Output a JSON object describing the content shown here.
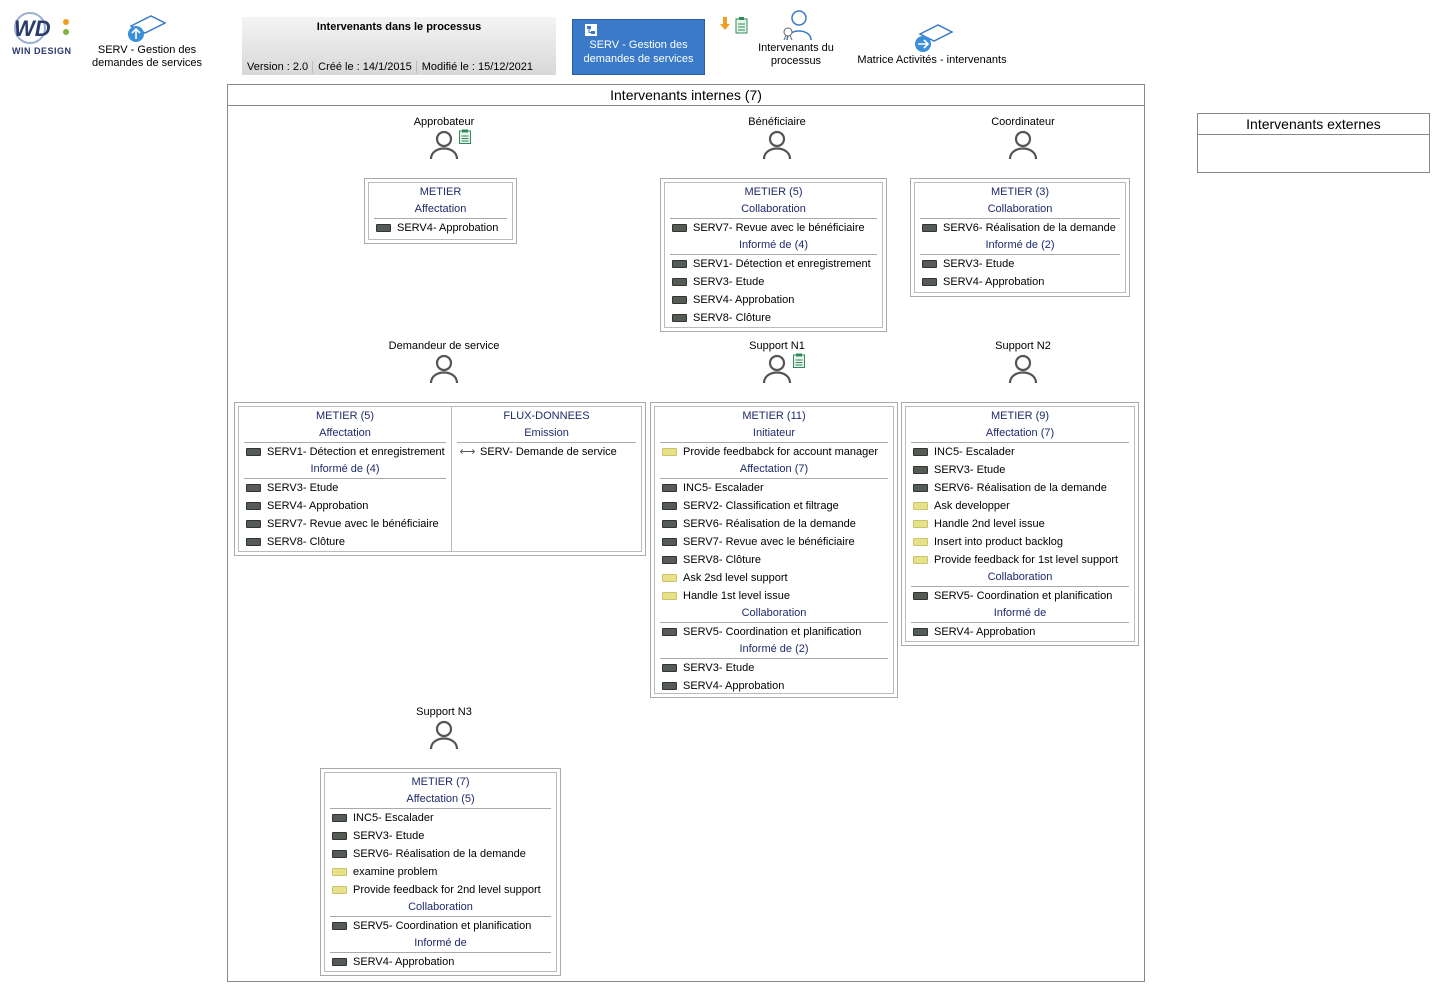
{
  "header": {
    "logo_text": "WIN DESIGN",
    "home_link": "SERV - Gestion des demandes de services",
    "process_title": "Intervenants dans le processus",
    "version": "Version : 2.0",
    "created": "Créé le : 14/1/2015",
    "modified": "Modifié le : 15/12/2021",
    "current_button": "SERV - Gestion des demandes de services",
    "actors_link": "Intervenants du processus",
    "matrix_link": "Matrice Activités - intervenants"
  },
  "internal": {
    "title": "Intervenants internes (7)",
    "actors": {
      "approbateur": {
        "name": "Approbateur",
        "sections": [
          {
            "title": "METIER",
            "groups": [
              {
                "label": "Affectation",
                "items": [
                  {
                    "text": "SERV4- Approbation",
                    "kind": "dark"
                  }
                ]
              }
            ]
          }
        ]
      },
      "beneficiaire": {
        "name": "Bénéficiaire",
        "sections": [
          {
            "title": "METIER (5)",
            "groups": [
              {
                "label": "Collaboration",
                "items": [
                  {
                    "text": "SERV7- Revue avec le bénéficiaire",
                    "kind": "dark"
                  }
                ]
              },
              {
                "label": "Informé de (4)",
                "items": [
                  {
                    "text": "SERV1- Détection et enregistrement",
                    "kind": "dark"
                  },
                  {
                    "text": "SERV3- Etude",
                    "kind": "dark"
                  },
                  {
                    "text": "SERV4- Approbation",
                    "kind": "dark"
                  },
                  {
                    "text": "SERV8- Clôture",
                    "kind": "dark"
                  }
                ]
              }
            ]
          }
        ]
      },
      "coordinateur": {
        "name": "Coordinateur",
        "sections": [
          {
            "title": "METIER (3)",
            "groups": [
              {
                "label": "Collaboration",
                "items": [
                  {
                    "text": "SERV6- Réalisation de la demande",
                    "kind": "dark"
                  }
                ]
              },
              {
                "label": "Informé de (2)",
                "items": [
                  {
                    "text": "SERV3- Etude",
                    "kind": "dark"
                  },
                  {
                    "text": "SERV4- Approbation",
                    "kind": "dark"
                  }
                ]
              }
            ]
          }
        ]
      },
      "demandeur": {
        "name": "Demandeur de service",
        "sections": [
          {
            "title": "METIER (5)",
            "groups": [
              {
                "label": "Affectation",
                "items": [
                  {
                    "text": "SERV1- Détection et enregistrement",
                    "kind": "dark"
                  }
                ]
              },
              {
                "label": "Informé de (4)",
                "items": [
                  {
                    "text": "SERV3- Etude",
                    "kind": "dark"
                  },
                  {
                    "text": "SERV4- Approbation",
                    "kind": "dark"
                  },
                  {
                    "text": "SERV7- Revue avec le bénéficiaire",
                    "kind": "dark"
                  },
                  {
                    "text": "SERV8- Clôture",
                    "kind": "dark"
                  }
                ]
              }
            ]
          },
          {
            "title": "FLUX-DONNEES",
            "groups": [
              {
                "label": "Emission",
                "items": [
                  {
                    "text": "SERV- Demande de service",
                    "kind": "arrow"
                  }
                ]
              }
            ]
          }
        ]
      },
      "support_n1": {
        "name": "Support N1",
        "sections": [
          {
            "title": "METIER (11)",
            "groups": [
              {
                "label": "Initiateur",
                "items": [
                  {
                    "text": "Provide feedbabck for account manager",
                    "kind": "light"
                  }
                ]
              },
              {
                "label": "Affectation (7)",
                "items": [
                  {
                    "text": "INC5- Escalader",
                    "kind": "dark"
                  },
                  {
                    "text": "SERV2- Classification et filtrage",
                    "kind": "dark"
                  },
                  {
                    "text": "SERV6- Réalisation de la demande",
                    "kind": "dark"
                  },
                  {
                    "text": "SERV7- Revue avec le bénéficiaire",
                    "kind": "dark"
                  },
                  {
                    "text": "SERV8- Clôture",
                    "kind": "dark"
                  },
                  {
                    "text": "Ask 2sd level support",
                    "kind": "light"
                  },
                  {
                    "text": "Handle 1st level issue",
                    "kind": "light"
                  }
                ]
              },
              {
                "label": "Collaboration",
                "items": [
                  {
                    "text": "SERV5- Coordination et planification",
                    "kind": "dark"
                  }
                ]
              },
              {
                "label": "Informé de (2)",
                "items": [
                  {
                    "text": "SERV3- Etude",
                    "kind": "dark"
                  },
                  {
                    "text": "SERV4- Approbation",
                    "kind": "dark"
                  }
                ]
              }
            ]
          }
        ]
      },
      "support_n2": {
        "name": "Support N2",
        "sections": [
          {
            "title": "METIER (9)",
            "groups": [
              {
                "label": "Affectation (7)",
                "items": [
                  {
                    "text": "INC5- Escalader",
                    "kind": "dark"
                  },
                  {
                    "text": "SERV3- Etude",
                    "kind": "dark"
                  },
                  {
                    "text": "SERV6- Réalisation de la demande",
                    "kind": "dark"
                  },
                  {
                    "text": "Ask developper",
                    "kind": "light"
                  },
                  {
                    "text": "Handle 2nd level issue",
                    "kind": "light"
                  },
                  {
                    "text": "Insert into product backlog",
                    "kind": "light"
                  },
                  {
                    "text": "Provide feedback for 1st level support",
                    "kind": "light"
                  }
                ]
              },
              {
                "label": "Collaboration",
                "items": [
                  {
                    "text": "SERV5- Coordination et planification",
                    "kind": "dark"
                  }
                ]
              },
              {
                "label": "Informé de",
                "items": [
                  {
                    "text": "SERV4- Approbation",
                    "kind": "dark"
                  }
                ]
              }
            ]
          }
        ]
      },
      "support_n3": {
        "name": "Support N3",
        "sections": [
          {
            "title": "METIER (7)",
            "groups": [
              {
                "label": "Affectation (5)",
                "items": [
                  {
                    "text": "INC5- Escalader",
                    "kind": "dark"
                  },
                  {
                    "text": "SERV3- Etude",
                    "kind": "dark"
                  },
                  {
                    "text": "SERV6- Réalisation de la demande",
                    "kind": "dark"
                  },
                  {
                    "text": "examine problem",
                    "kind": "light"
                  },
                  {
                    "text": "Provide feedback for 2nd level support",
                    "kind": "light"
                  }
                ]
              },
              {
                "label": "Collaboration",
                "items": [
                  {
                    "text": "SERV5- Coordination et planification",
                    "kind": "dark"
                  }
                ]
              },
              {
                "label": "Informé de",
                "items": [
                  {
                    "text": "SERV4- Approbation",
                    "kind": "dark"
                  }
                ]
              }
            ]
          }
        ]
      }
    }
  },
  "external": {
    "title": "Intervenants externes"
  },
  "colors": {
    "section_text": "#1f2a6b",
    "button_blue": "#3a7ac8",
    "dark_chip": "#555c55",
    "light_chip": "#e7e28a"
  }
}
